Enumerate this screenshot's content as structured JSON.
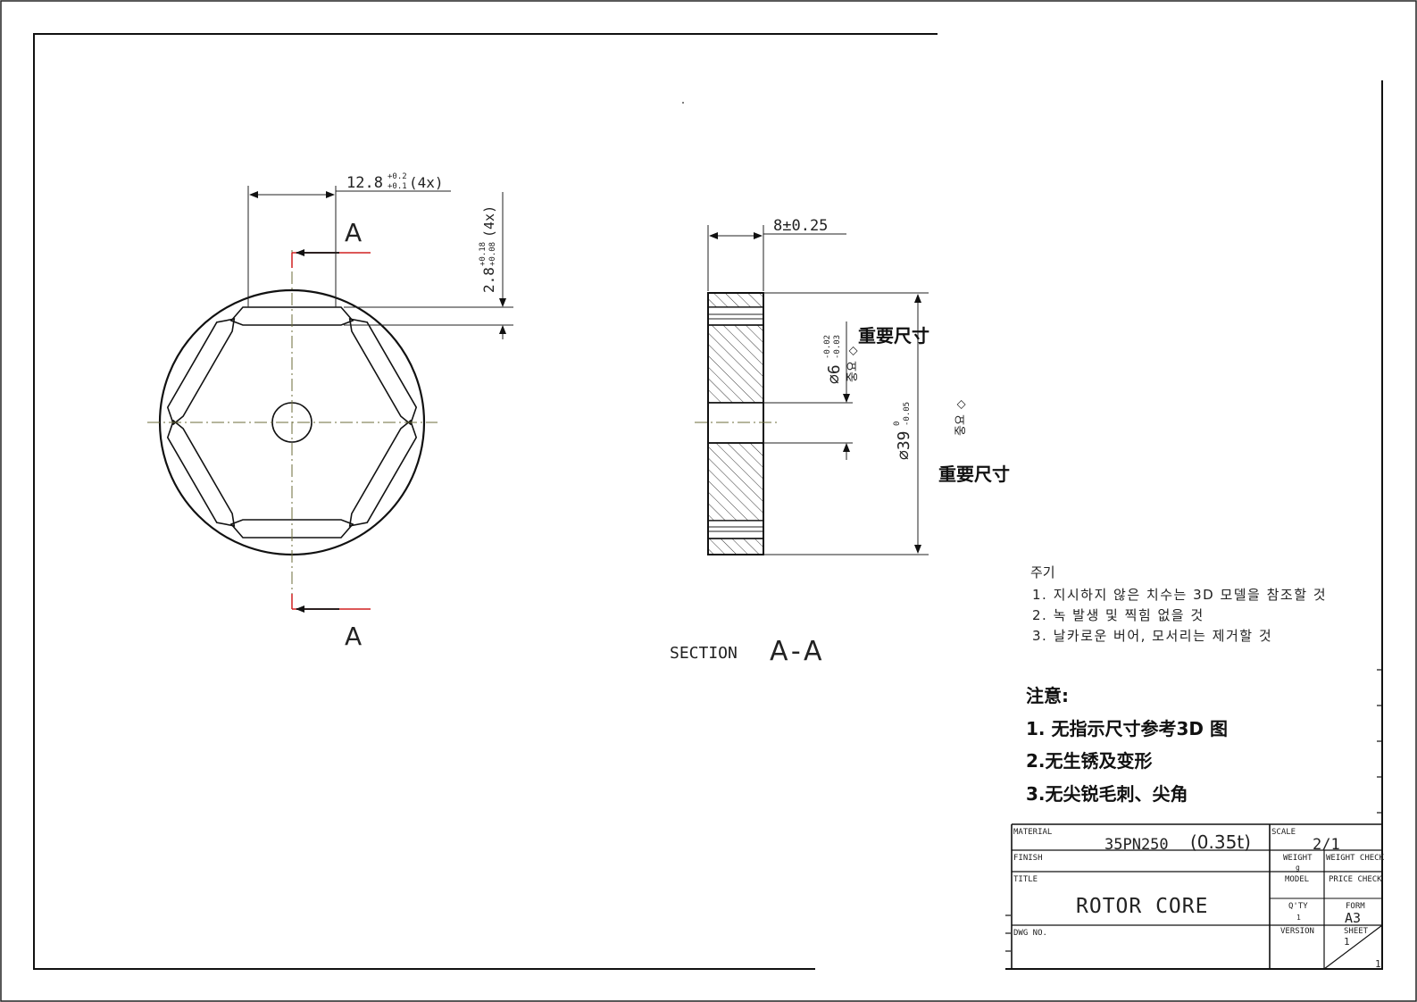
{
  "view_a": {
    "dim_width": "12.8",
    "dim_width_tol_upper": "+0.2",
    "dim_width_tol_lower": "+0.1",
    "dim_width_count": "(4x)",
    "dim_slot": "2.8",
    "dim_slot_tol_upper": "+0.18",
    "dim_slot_tol_lower": "+0.08",
    "dim_slot_count": "(4x)",
    "section_mark_top": "A",
    "section_mark_bottom": "A"
  },
  "section_view": {
    "dim_thickness": "8±0.25",
    "dim_bore": "⌀6",
    "dim_bore_tol_upper": "-0.02",
    "dim_bore_tol_lower": "-0.03",
    "dim_outer": "⌀39",
    "dim_outer_tol_upper": "0",
    "dim_outer_tol_lower": "-0.05",
    "important_kr_1": "중요",
    "important_kr_2": "중요",
    "important_cn_1": "重要尺寸",
    "important_cn_2": "重要尺寸",
    "caption_prefix": "SECTION",
    "caption_name": "A-A"
  },
  "notes_kr": {
    "heading": "주기",
    "items": [
      "1. 지시하지 않은 치수는 3D 모델을 참조할 것",
      "2. 녹 발생 및 찍힘 없을 것",
      "3. 날카로운 버어, 모서리는 제거할 것"
    ]
  },
  "notes_cn": {
    "heading": "注意:",
    "items": [
      "1. 无指示尺寸参考3D 图",
      "2.无生锈及变形",
      "3.无尖锐毛刺、尖角"
    ]
  },
  "title_block": {
    "material_label": "MATERIAL",
    "material_value": "35PN250",
    "material_note": "(0.35t)",
    "scale_label": "SCALE",
    "scale_value": "2/1",
    "finish_label": "FINISH",
    "weight_label": "WEIGHT",
    "weight_value": "g",
    "weight_check_label": "WEIGHT CHECK",
    "title_label": "TITLE",
    "title_value": "ROTOR CORE",
    "model_label": "MODEL",
    "price_check_label": "PRICE CHECK",
    "qty_label": "Q'TY",
    "qty_value": "1",
    "form_label": "FORM",
    "form_value": "A3",
    "dwg_label": "DWG NO.",
    "version_label": "VERSION",
    "sheet_label": "SHEET",
    "sheet_value": "1",
    "sheet_total": "1"
  }
}
